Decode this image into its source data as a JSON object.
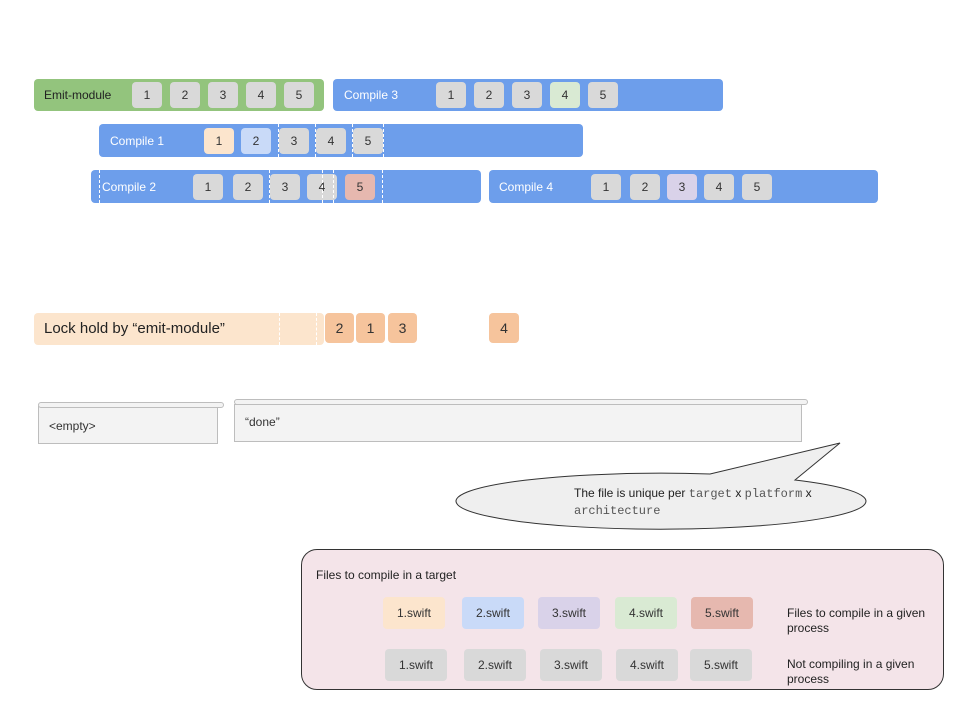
{
  "colors": {
    "emit_bar": "#93c47d",
    "compile_bar": "#6d9eeb",
    "chip_gray": "#d9d9d9",
    "chip_1": "#fce5cd",
    "chip_2": "#c9daf8",
    "chip_3": "#d9d2e9",
    "chip_4": "#d9ead3",
    "chip_5": "#e6b8af",
    "lock_bar": "#fce5cd",
    "lock_chip": "#f6c49c",
    "legend_bg": "#f4e4e9"
  },
  "processes": {
    "emit_module": {
      "label": "Emit-module",
      "chips": [
        "1",
        "2",
        "3",
        "4",
        "5"
      ]
    },
    "compile3": {
      "label": "Compile 3",
      "chips": [
        "1",
        "2",
        "3",
        "4",
        "5"
      ]
    },
    "compile1": {
      "label": "Compile 1",
      "chips": [
        "1",
        "2",
        "3",
        "4",
        "5"
      ]
    },
    "compile2": {
      "label": "Compile 2",
      "chips": [
        "1",
        "2",
        "3",
        "4",
        "5"
      ]
    },
    "compile4": {
      "label": "Compile 4",
      "chips": [
        "1",
        "2",
        "3",
        "4",
        "5"
      ]
    }
  },
  "lock": {
    "label": "Lock hold by “emit-module”",
    "queue": [
      "2",
      "1",
      "3"
    ],
    "separate": "4"
  },
  "scrolls": {
    "left": "<empty>",
    "right": "“done”"
  },
  "callout": {
    "text_before": "The file is unique per",
    "code1": "target",
    "x1": "x",
    "code2": "platform",
    "x2": "x",
    "code3": "architecture"
  },
  "legend": {
    "title": "Files to compile in a target",
    "files": [
      "1.swift",
      "2.swift",
      "3.swift",
      "4.swift",
      "5.swift"
    ],
    "compiling_desc": "Files to compile in a given process",
    "not_compiling_desc": "Not compiling in a given process"
  }
}
